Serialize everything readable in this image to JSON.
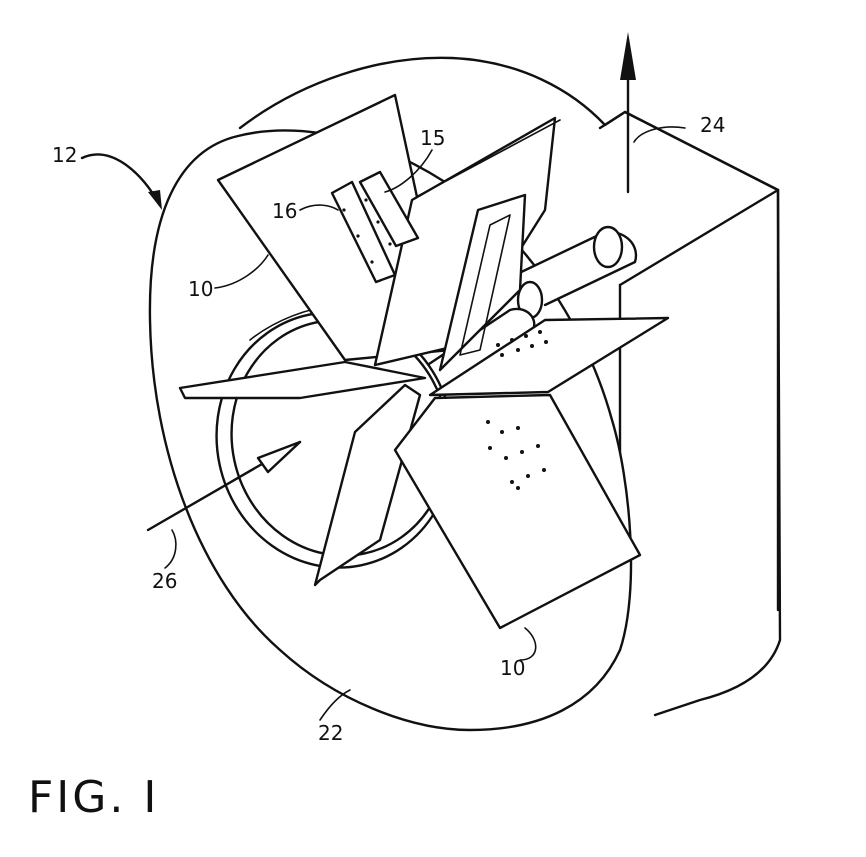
{
  "figure": {
    "caption": "FIG. I",
    "reference_numerals": {
      "housing_assembly": "12",
      "rib_upper": "15",
      "rib_lower": "16",
      "blade_upper": "10",
      "blade_lower": "10",
      "outlet": "24",
      "inlet": "26",
      "housing": "22"
    },
    "line_color": "#111111",
    "background_color": "#ffffff"
  }
}
